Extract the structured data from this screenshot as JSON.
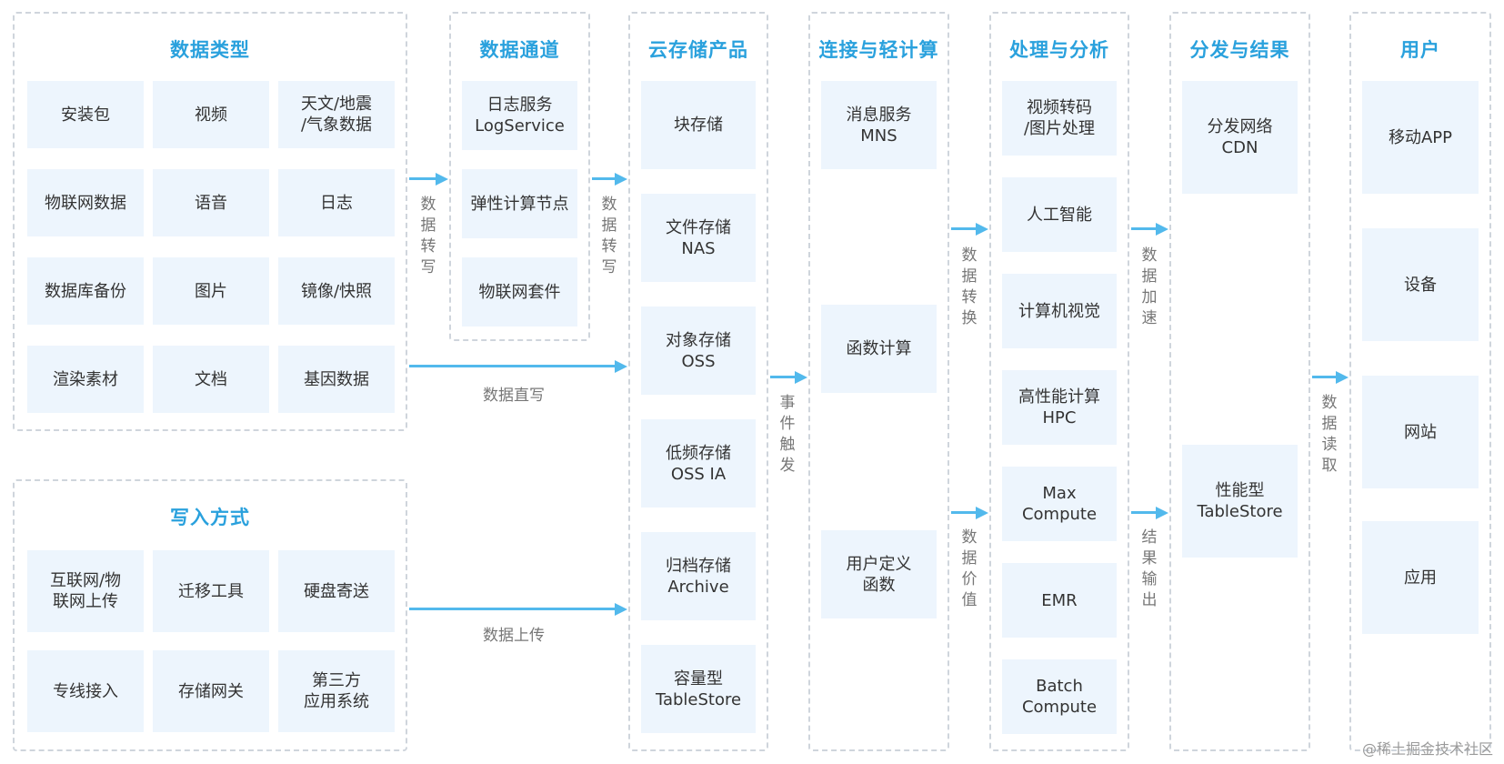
{
  "panels": {
    "data_types": {
      "title": "数据类型",
      "items": [
        "安装包",
        "视频",
        "天文/地震\n/气象数据",
        "物联网数据",
        "语音",
        "日志",
        "数据库备份",
        "图片",
        "镜像/快照",
        "渲染素材",
        "文档",
        "基因数据"
      ]
    },
    "write_methods": {
      "title": "写入方式",
      "items": [
        "互联网/物\n联网上传",
        "迁移工具",
        "硬盘寄送",
        "专线接入",
        "存储网关",
        "第三方\n应用系统"
      ]
    },
    "data_channel": {
      "title": "数据通道",
      "items": [
        "日志服务\nLogService",
        "弹性计算节点",
        "物联网套件"
      ]
    },
    "cloud_storage": {
      "title": "云存储产品",
      "items": [
        "块存储",
        "文件存储\nNAS",
        "对象存储\nOSS",
        "低频存储\nOSS IA",
        "归档存储\nArchive",
        "容量型\nTableStore"
      ]
    },
    "connect_compute": {
      "title": "连接与轻计算",
      "items": [
        "消息服务\nMNS",
        "函数计算",
        "用户定义\n函数"
      ]
    },
    "processing": {
      "title": "处理与分析",
      "items": [
        "视频转码\n/图片处理",
        "人工智能",
        "计算机视觉",
        "高性能计算\nHPC",
        "Max\nCompute",
        "EMR",
        "Batch\nCompute"
      ]
    },
    "distribution": {
      "title": "分发与结果",
      "items": [
        "分发网络\nCDN",
        "性能型\nTableStore"
      ]
    },
    "users": {
      "title": "用户",
      "items": [
        "移动APP",
        "设备",
        "网站",
        "应用"
      ]
    }
  },
  "flow_labels": {
    "transfer_write_1": "数\n据\n转\n写",
    "transfer_write_2": "数\n据\n转\n写",
    "direct_write": "数据直写",
    "upload": "数据上传",
    "event_trigger": "事\n件\n触\n发",
    "data_convert": "数\n据\n转\n换",
    "data_value": "数\n据\n价\n值",
    "data_accel": "数\n据\n加\n速",
    "result_output": "结\n果\n输\n出",
    "data_read": "数\n据\n读\n取"
  },
  "watermark": "@稀土掘金技术社区",
  "colors": {
    "title": "#2aa1dd",
    "cell_bg": "#edf5fd",
    "arrow": "#52b9ec",
    "border": "#cfd5dc"
  }
}
